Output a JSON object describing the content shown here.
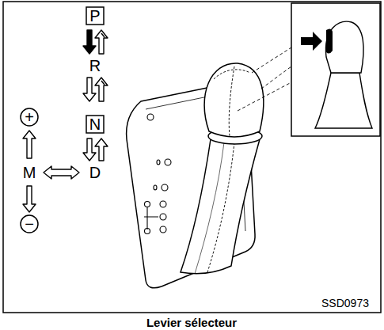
{
  "diagram": {
    "caption": "Levier sélecteur",
    "nodes": [
      {
        "text": [
          "P"
        ]
      },
      {
        "text": [
          "+"
        ]
      },
      {
        "text": [
          "N"
        ]
      },
      {
        "text": [
          "−"
        ]
      }
    ],
    "labels": [
      "R",
      "M",
      "D",
      "SSD0973"
    ]
  }
}
